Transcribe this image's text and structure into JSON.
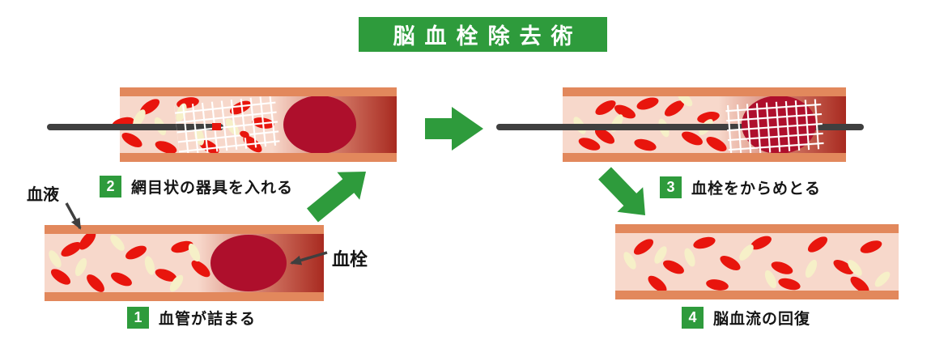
{
  "title": {
    "text": "脳血栓除去術"
  },
  "steps": [
    {
      "number": "1",
      "label": "血管が詰まる"
    },
    {
      "number": "2",
      "label": "網目状の器具を入れる"
    },
    {
      "number": "3",
      "label": "血栓をからめとる"
    },
    {
      "number": "4",
      "label": "脳血流の回復"
    }
  ],
  "annotations": {
    "blood": {
      "label": "血液"
    },
    "clot": {
      "label": "血栓"
    }
  },
  "colors": {
    "accent_green": "#2E9B3C",
    "title_text": "#FFFFFF",
    "label_text": "#151515",
    "vessel_wall": "#E2885C",
    "vessel_lumen": "#F7D8CB",
    "occlusion_dark": "#A82A20",
    "red_blood_cell": "#E8150D",
    "white_blood_cell": "#F6F0C8",
    "thrombus": "#AE0F2C",
    "wire": "#3F3F3F",
    "mesh": "#FFFFFF"
  }
}
